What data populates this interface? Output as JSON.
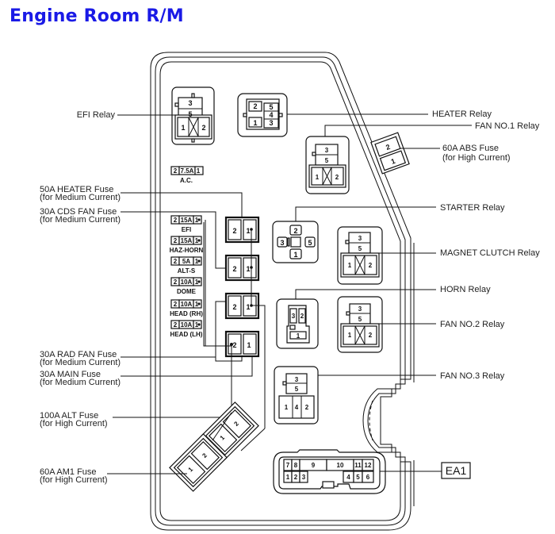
{
  "title": "Engine Room R/M",
  "labels": {
    "efi_relay": "EFI Relay",
    "heater_relay": "HEATER Relay",
    "fan1_relay": "FAN NO.1  Relay",
    "abs_fuse": "60A ABS Fuse",
    "abs_fuse_sub": "(for High Current)",
    "heater_fuse": "50A HEATER Fuse",
    "heater_fuse_sub": "(for Medium Current)",
    "cdsfan_fuse": "30A CDS FAN Fuse",
    "cdsfan_fuse_sub": "(for Medium Current)",
    "starter_relay": "STARTER Relay",
    "magnet_relay": "MAGNET CLUTCH Relay",
    "horn_relay": "HORN Relay",
    "fan2_relay": "FAN NO.2 Relay",
    "radfan_fuse": "30A RAD FAN Fuse",
    "radfan_fuse_sub": "(for Medium Current)",
    "main_fuse": "30A MAIN Fuse",
    "main_fuse_sub": "(for Medium Current)",
    "fan3_relay": "FAN NO.3 Relay",
    "alt_fuse": "100A ALT Fuse",
    "alt_fuse_sub": "(for High Current)",
    "am1_fuse": "60A AM1 Fuse",
    "am1_fuse_sub": "(for High Current)",
    "connector": "EA1"
  },
  "small_fuses": [
    {
      "pin_left": "2",
      "rating": "7.5A",
      "pin_right": "1",
      "name": "A.C."
    },
    {
      "pin_left": "2",
      "rating": "15A",
      "pin_right": "1",
      "name": "EFI"
    },
    {
      "pin_left": "2",
      "rating": "15A",
      "pin_right": "1",
      "name": "HAZ-HORN"
    },
    {
      "pin_left": "2",
      "rating": "5A",
      "pin_right": "1",
      "name": "ALT-S"
    },
    {
      "pin_left": "2",
      "rating": "10A",
      "pin_right": "1",
      "name": "DOME"
    },
    {
      "pin_left": "2",
      "rating": "10A",
      "pin_right": "1",
      "name": "HEAD (RH)"
    },
    {
      "pin_left": "2",
      "rating": "10A",
      "pin_right": "1",
      "name": "HEAD (LH)"
    }
  ],
  "pins": {
    "p1": "1",
    "p2": "2",
    "p3": "3",
    "p4": "4",
    "p5": "5",
    "ea1_top": [
      "7",
      "8",
      "9",
      "10",
      "11",
      "12"
    ],
    "ea1_bottom": [
      "1",
      "2",
      "3",
      "4",
      "5",
      "6"
    ]
  }
}
